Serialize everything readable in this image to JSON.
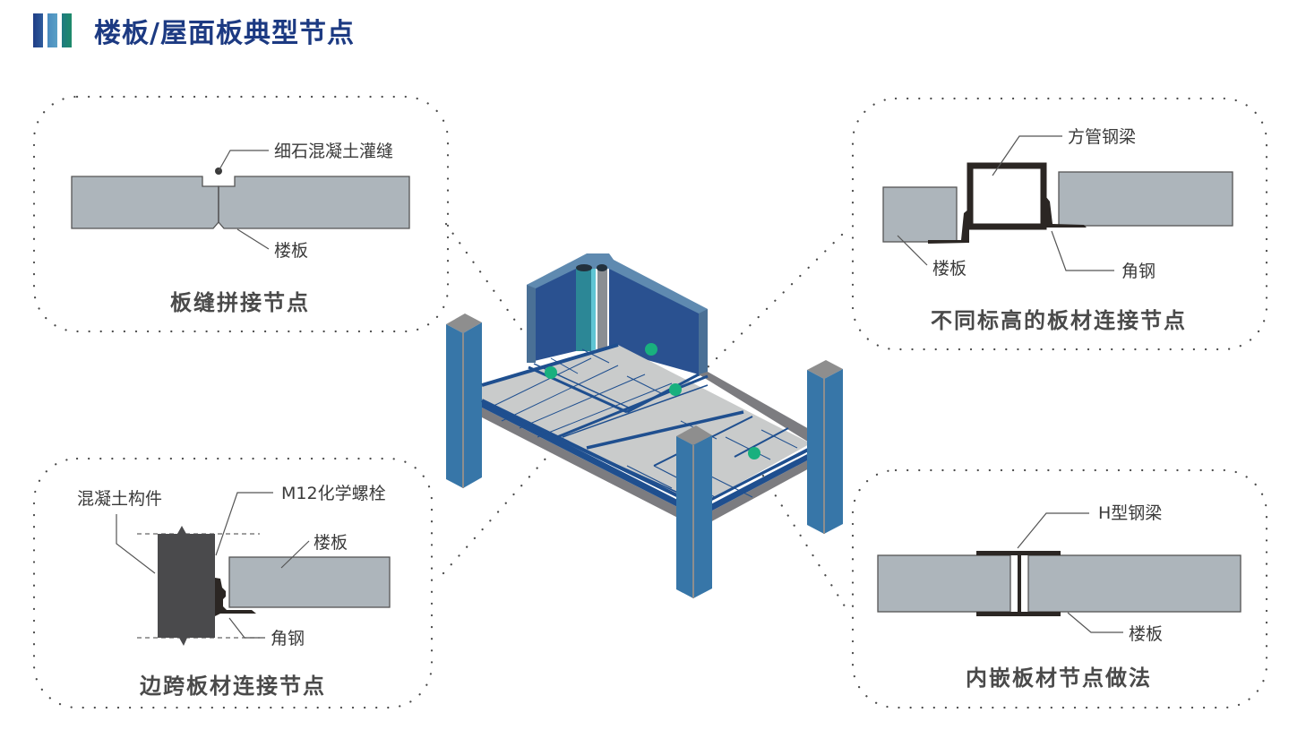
{
  "header": {
    "title": "楼板/屋面板典型节点"
  },
  "colors": {
    "title": "#1c3a82",
    "slab": "#adb5bb",
    "steel": "#2b2623",
    "concrete": "#4a4a4c",
    "column": "#3776a8",
    "wall": "#2a5190",
    "floor": "#c9cbcb",
    "rib": "#1f4f8f",
    "marker": "#19b07e",
    "dots": "#4a4a4a"
  },
  "details": [
    {
      "id": "joint-splice",
      "caption": "板缝拼接节点",
      "labels": [
        "细石混凝土灌缝",
        "楼板"
      ]
    },
    {
      "id": "different-elevation",
      "caption": "不同标高的板材连接节点",
      "labels": [
        "方管钢梁",
        "楼板",
        "角钢"
      ]
    },
    {
      "id": "edge-span",
      "caption": "边跨板材连接节点",
      "labels": [
        "混凝土构件",
        "M12化学螺栓",
        "楼板",
        "角钢"
      ]
    },
    {
      "id": "embedded",
      "caption": "内嵌板材节点做法",
      "labels": [
        "H型钢梁",
        "楼板"
      ]
    }
  ]
}
